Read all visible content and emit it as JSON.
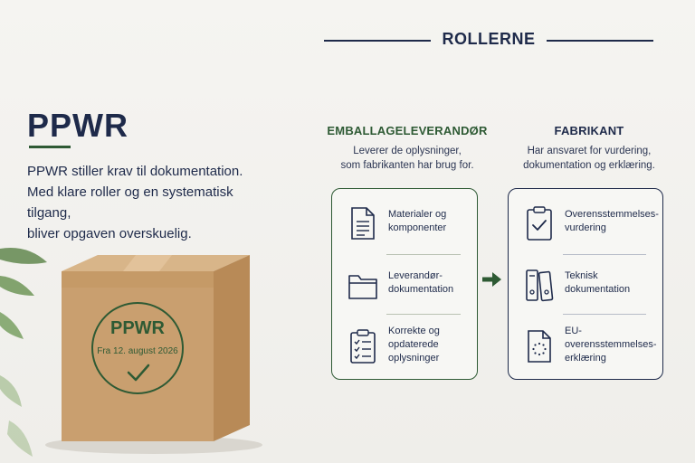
{
  "header": {
    "title": "ROLLERNE"
  },
  "left": {
    "title": "PPWR",
    "intro": "PPWR stiller krav til dokumentation.\nMed klare roller og en systematisk tilgang,\nbliver opgaven overskuelig.",
    "stamp_title": "PPWR",
    "stamp_date": "Fra 12. august 2026"
  },
  "supplier": {
    "title": "EMBALLAGELEVERANDØR",
    "subtitle": "Leverer de oplysninger,\nsom fabrikanten har brug for.",
    "items": [
      {
        "label": "Materialer og\nkomponenter",
        "icon": "document-icon"
      },
      {
        "label": "Leverandør-\ndokumentation",
        "icon": "folder-icon"
      },
      {
        "label": "Korrekte og\nopdaterede\noplysninger",
        "icon": "checklist-icon"
      }
    ]
  },
  "manufacturer": {
    "title": "FABRIKANT",
    "subtitle": "Har ansvaret for vurdering,\ndokumentation og erklæring.",
    "items": [
      {
        "label": "Overensstemmelses-\nvurdering",
        "icon": "clipboard-check-icon"
      },
      {
        "label": "Teknisk\ndokumentation",
        "icon": "binders-icon"
      },
      {
        "label": "EU-overensstemmelses-\nerklæring",
        "icon": "eu-document-icon"
      }
    ]
  },
  "colors": {
    "navy": "#1e2a4a",
    "green": "#2e5a34",
    "box": "#c9a274"
  }
}
